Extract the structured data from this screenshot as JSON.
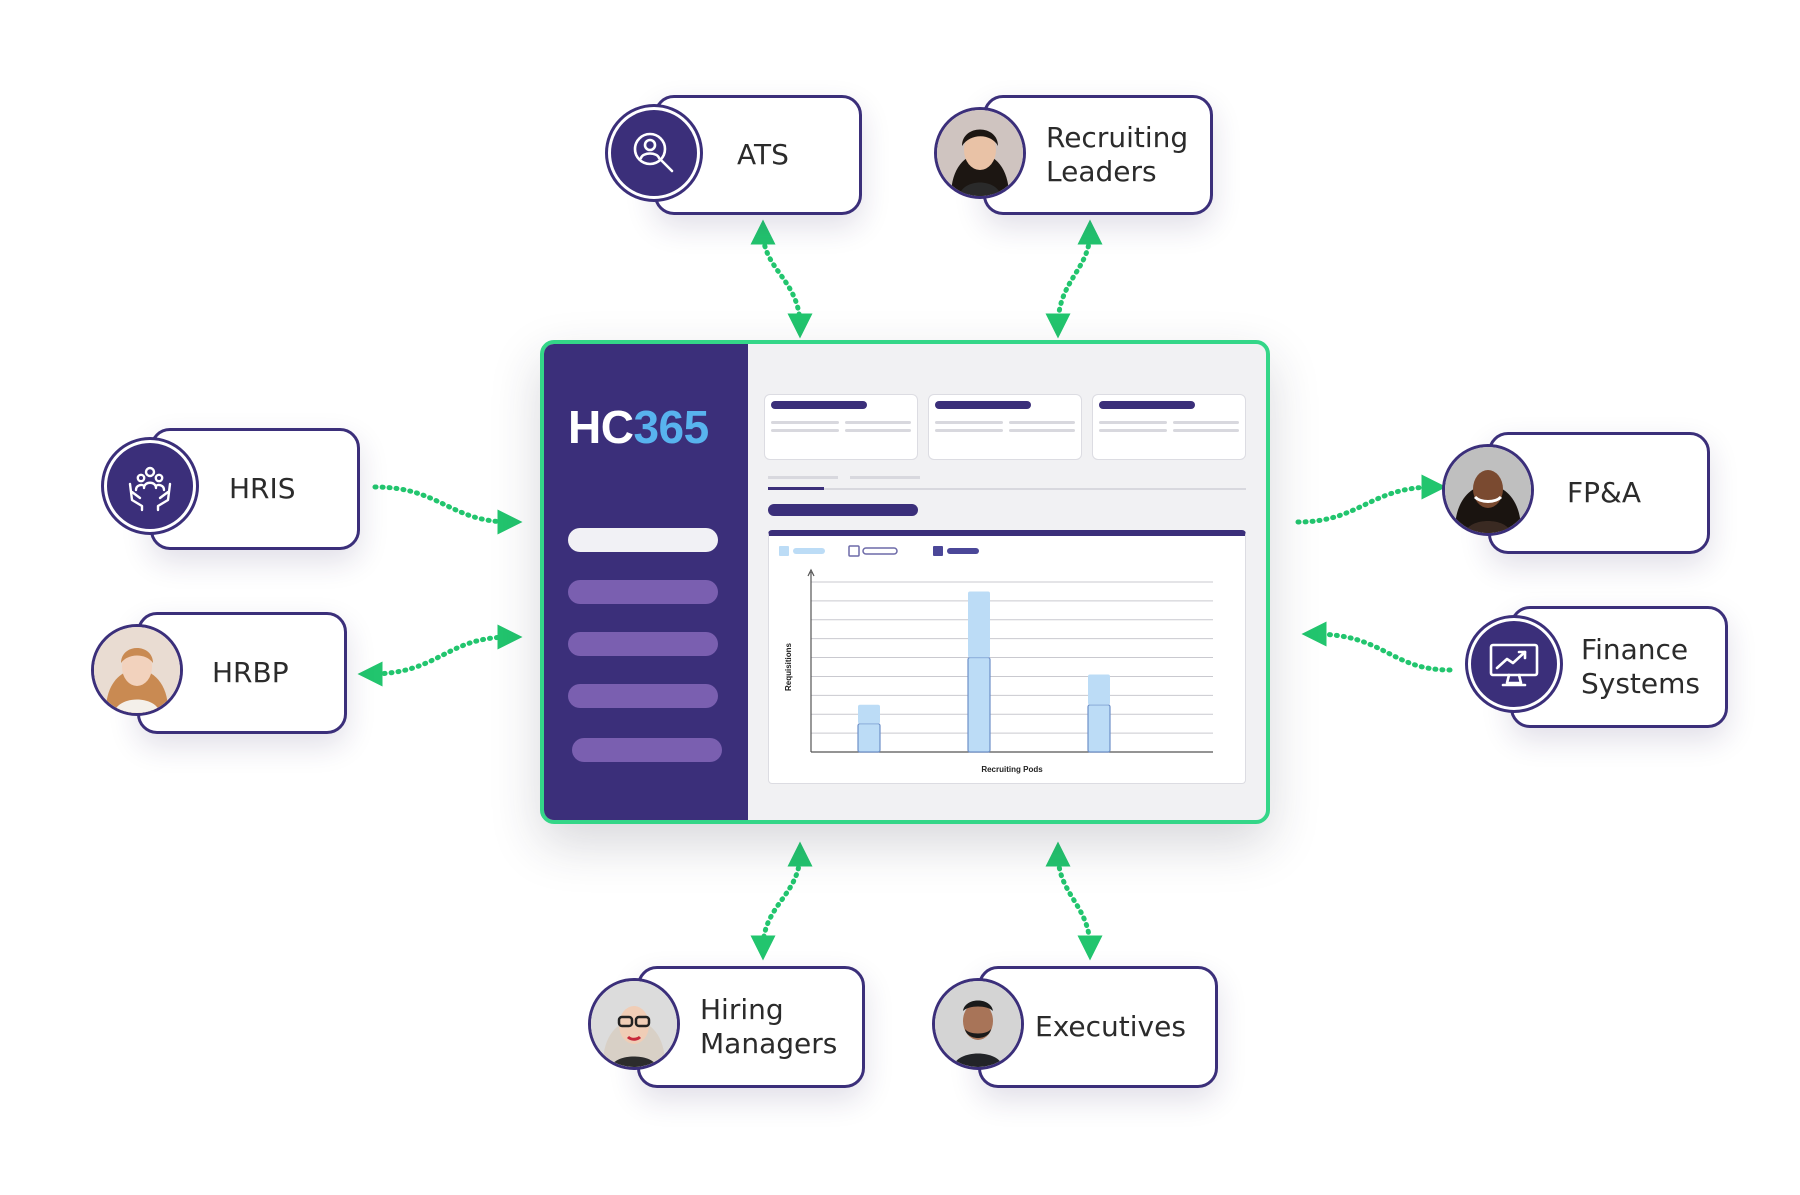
{
  "brand": {
    "logo_part1": "HC",
    "logo_part2": "365"
  },
  "colors": {
    "brand_purple": "#3b2f7a",
    "accent_green": "#34d688",
    "accent_blue": "#58b3ee",
    "bar_blue": "#bcdcf6"
  },
  "nodes": {
    "ats": {
      "label": "ATS",
      "icon": "search-person-icon"
    },
    "recruiting_leaders": {
      "label": "Recruiting\nLeaders",
      "icon": "avatar"
    },
    "hris": {
      "label": "HRIS",
      "icon": "hands-people-icon"
    },
    "hrbp": {
      "label": "HRBP",
      "icon": "avatar"
    },
    "fpa": {
      "label": "FP&A",
      "icon": "avatar"
    },
    "finance_systems": {
      "label": "Finance\nSystems",
      "icon": "monitor-chart-icon"
    },
    "hiring_managers": {
      "label": "Hiring\nManagers",
      "icon": "avatar"
    },
    "executives": {
      "label": "Executives",
      "icon": "avatar"
    }
  },
  "chart_data": {
    "type": "bar",
    "stacked": true,
    "xlabel": "Recruiting Pods",
    "ylabel": "Requisitions",
    "categories": [
      "",
      "",
      ""
    ],
    "series": [
      {
        "values": [
          1.5,
          5.0,
          2.5
        ]
      },
      {
        "values": [
          1.0,
          3.5,
          1.6
        ]
      }
    ],
    "ylim": [
      0,
      9
    ],
    "grid": true
  }
}
